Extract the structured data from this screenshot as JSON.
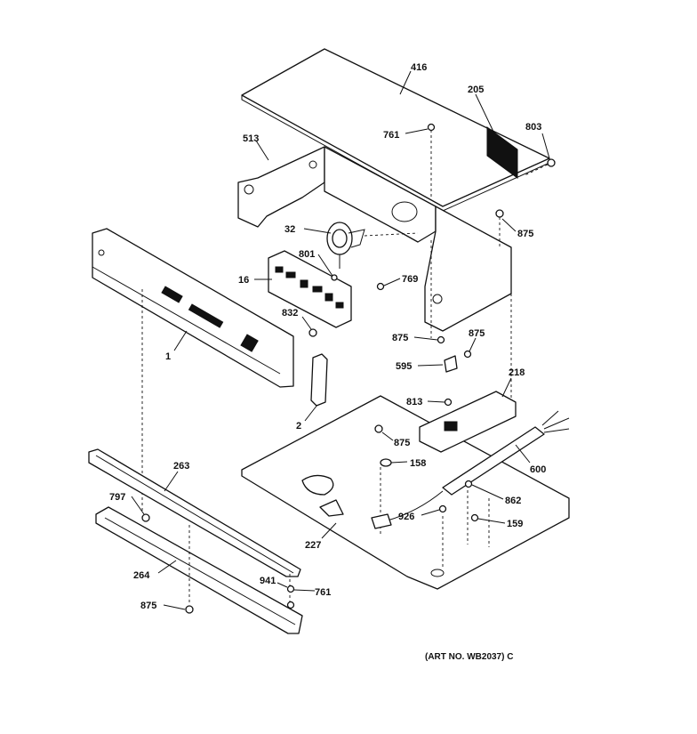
{
  "callouts": {
    "c416": "416",
    "c205": "205",
    "c761a": "761",
    "c803": "803",
    "c513": "513",
    "c32": "32",
    "c875a": "875",
    "c801": "801",
    "c16": "16",
    "c769": "769",
    "c832": "832",
    "c875b": "875",
    "c875c": "875",
    "c1": "1",
    "c595": "595",
    "c218": "218",
    "c813": "813",
    "c2": "2",
    "c875d": "875",
    "c158": "158",
    "c600": "600",
    "c263": "263",
    "c862": "862",
    "c797": "797",
    "c926": "926",
    "c159": "159",
    "c227": "227",
    "c264": "264",
    "c941": "941",
    "c761b": "761",
    "c875e": "875"
  },
  "art_note": "(ART NO. WB2037) C"
}
